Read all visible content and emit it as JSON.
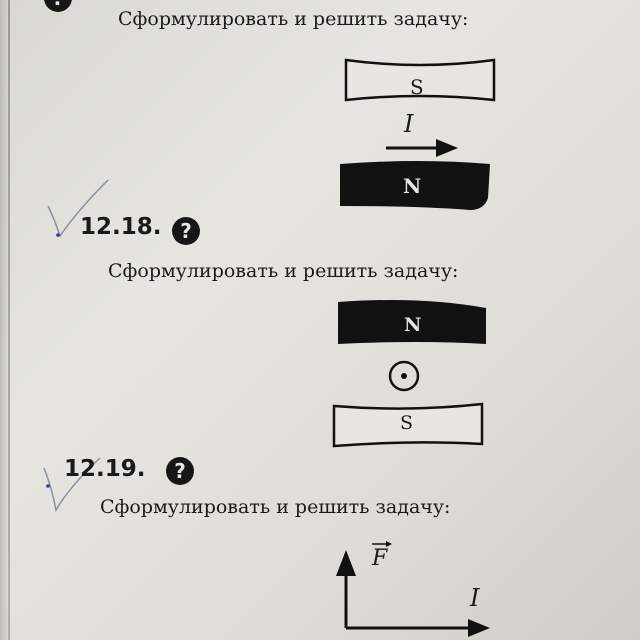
{
  "instruction_text": "Сформулировать и решить задачу:",
  "question_icon": "question-circle-icon",
  "problems": [
    {
      "number": "",
      "figure": {
        "top_magnet_pole": "S",
        "current_label": "I",
        "bottom_magnet_pole": "N"
      }
    },
    {
      "number": "12.18.",
      "figure": {
        "top_magnet_pole": "N",
        "current_symbol": "current-out-of-page-icon",
        "bottom_magnet_pole": "S"
      }
    },
    {
      "number": "12.19.",
      "figure": {
        "force_label": "F",
        "current_label": "I"
      }
    }
  ]
}
